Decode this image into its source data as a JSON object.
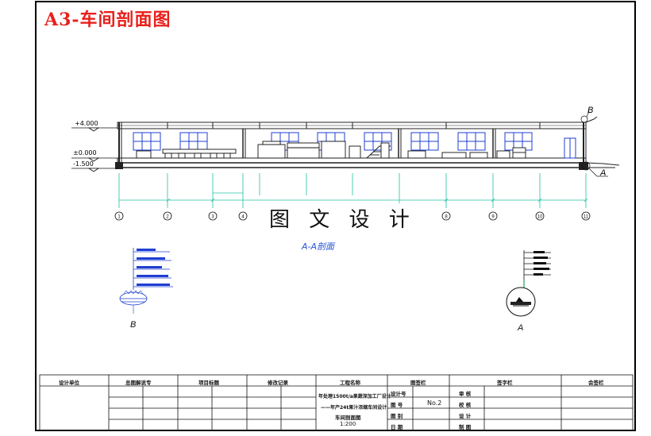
{
  "title": "A3-车间剖面图",
  "watermark": "图 文 设 计",
  "section_title": "A-A剖面",
  "levels": [
    "+4.000",
    "±0.000",
    "-1.500"
  ],
  "callouts": {
    "b_top": "B",
    "a_right": "A",
    "detail_b": "B",
    "detail_a": "A"
  },
  "axes": [
    "1",
    "2",
    "3",
    "4",
    "8",
    "9",
    "10",
    "11"
  ],
  "title_block": {
    "headers": [
      "设计单位",
      "总图解说专",
      "项目标题",
      "修改记录",
      "工程名称",
      "图签栏",
      "签字栏",
      "会签栏"
    ],
    "project_line1": "年处理1500t/a果蔬深加工厂设计",
    "project_line2": "——年产24t果汁浓缩车间设计",
    "drawing_name": "车间剖面图",
    "scale": "1:200",
    "left_labels": [
      "设计号",
      "图 号",
      "图 别",
      "日 期"
    ],
    "drawing_no": "No.2",
    "right_labels": [
      "审 核",
      "校 核",
      "设 计",
      "制 图"
    ]
  }
}
